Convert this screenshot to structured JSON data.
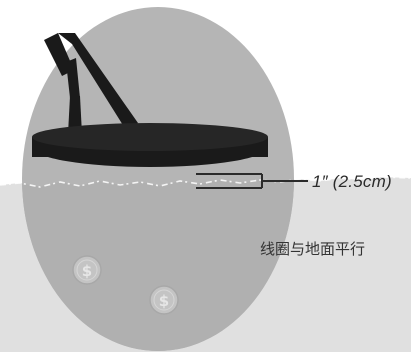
{
  "measurement_label": "1″ (2.5cm)",
  "caption": "线圈与地面平行",
  "coin_symbol": "$",
  "coin_count": 2,
  "colors": {
    "sky": "#ffffff",
    "ground": "#e0e0e0",
    "ground_edge": "#cfcfcf",
    "detection_field": "#b5b5b5",
    "detection_field_underground": "#b0b0b0",
    "detector": "#1a1a1a",
    "coin": "#c4c4c4",
    "coin_rim": "#a8a8a8",
    "text": "#2b2b2b"
  },
  "icons": [
    "metal-detector-icon",
    "coin-icon",
    "gap-bracket-icon"
  ]
}
